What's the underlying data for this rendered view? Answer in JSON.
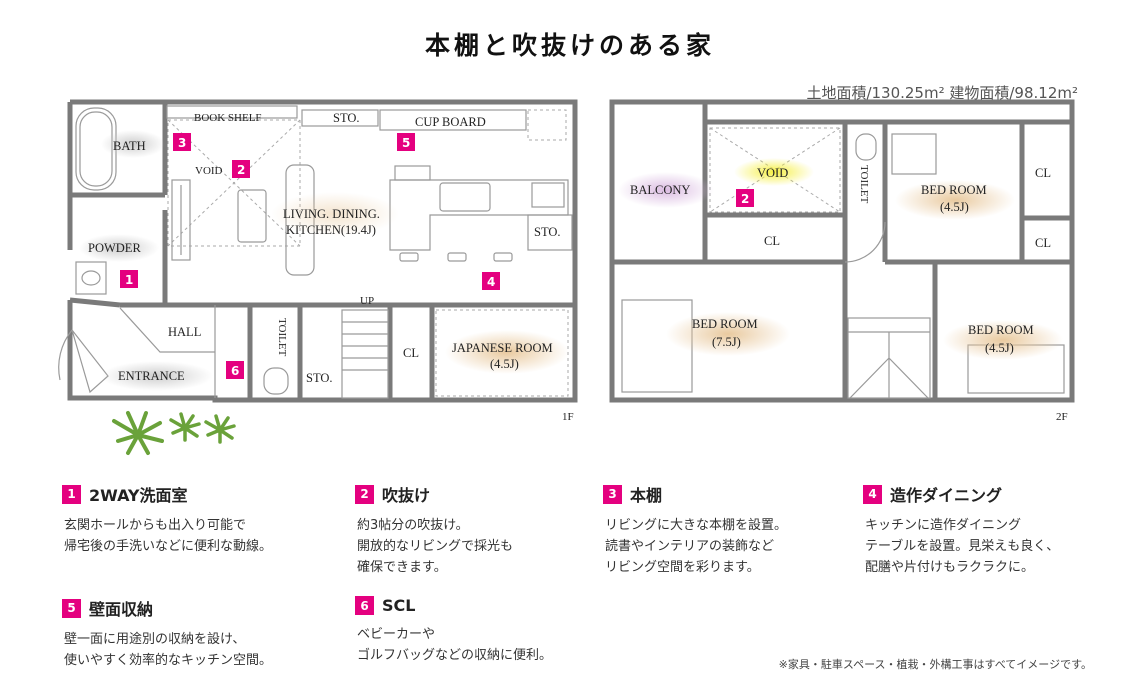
{
  "title": "本棚と吹抜けのある家",
  "areas": "土地面積/130.25m² 建物面積/98.12m²",
  "floor1": {
    "label": "1F",
    "rooms": {
      "bath": "BATH",
      "powder": "POWDER",
      "book_shelf": "BOOK SHELF",
      "void": "VOID",
      "sto_top": "STO.",
      "cup_board": "CUP BOARD",
      "ldk_line1": "LIVING. DINING.",
      "ldk_line2": "KITCHEN(19.4J)",
      "sto_right": "STO.",
      "up": "UP",
      "hall": "HALL",
      "entrance": "ENTRANCE",
      "toilet": "TOILET",
      "sto_bottom": "STO.",
      "cl": "CL",
      "japanese_line1": "JAPANESE ROOM",
      "japanese_line2": "(4.5J)"
    }
  },
  "floor2": {
    "label": "2F",
    "rooms": {
      "balcony": "BALCONY",
      "void": "VOID",
      "toilet": "TOILET",
      "bed1_line1": "BED ROOM",
      "bed1_line2": "(4.5J)",
      "cl1": "CL",
      "cl2": "CL",
      "cl3": "CL",
      "bed2_line1": "BED ROOM",
      "bed2_line2": "(7.5J)",
      "bed3_line1": "BED ROOM",
      "bed3_line2": "(4.5J)"
    }
  },
  "markers": [
    "1",
    "2",
    "3",
    "4",
    "5",
    "6"
  ],
  "features": [
    {
      "num": "1",
      "title": "2WAY洗面室",
      "body": "玄関ホールからも出入り可能で\n帰宅後の手洗いなどに便利な動線。"
    },
    {
      "num": "2",
      "title": "吹抜け",
      "body": "約3帖分の吹抜け。\n開放的なリビングで採光も\n確保できます。"
    },
    {
      "num": "3",
      "title": "本棚",
      "body": "リビングに大きな本棚を設置。\n読書やインテリアの装飾など\nリビング空間を彩ります。"
    },
    {
      "num": "4",
      "title": "造作ダイニング",
      "body": "キッチンに造作ダイニング\nテーブルを設置。見栄えも良く、\n配膳や片付けもラクラクに。"
    },
    {
      "num": "5",
      "title": "壁面収納",
      "body": "壁一面に用途別の収納を設け、\n使いやすく効率的なキッチン空間。"
    },
    {
      "num": "6",
      "title": "SCL",
      "body": "ベビーカーや\nゴルフバッグなどの収納に便利。"
    }
  ],
  "note": "※家具・駐車スペース・植栽・外構工事はすべてイメージです。",
  "colors": {
    "accent": "#e4007f",
    "wall": "#7a7a7a",
    "highlight_void": "#f6ef3a",
    "highlight_balcony": "#d9b8e0",
    "highlight_room": "#e8c79a"
  }
}
